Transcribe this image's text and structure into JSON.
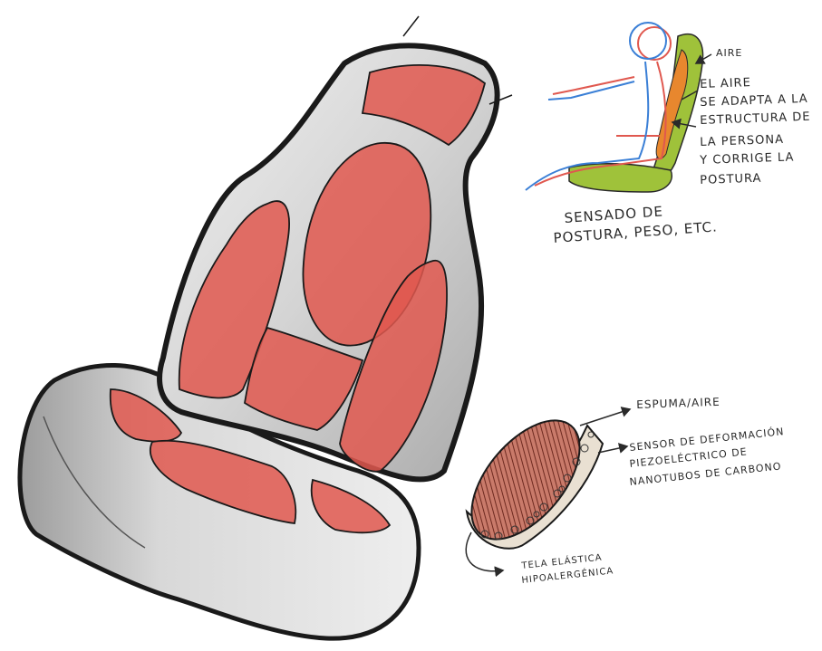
{
  "annotations": {
    "aire": "AIRE",
    "el_aire_lines": [
      "EL AIRE",
      "SE ADAPTA A LA",
      "ESTRUCTURA DE",
      "LA PERSONA",
      "Y CORRIGE LA",
      "POSTURA"
    ],
    "sensado_lines": [
      "SENSADO DE",
      "POSTURA, PESO, ETC."
    ],
    "espuma": "ESPUMA/AIRE",
    "sensor_lines": [
      "SENSOR DE DEFORMACIÓN",
      "PIEZOELÉCTRICO DE",
      "NANOTUBOS DE CARBONO"
    ],
    "tela_lines": [
      "TELA ELÁSTICA",
      "HIPOALERGÉNICA"
    ]
  },
  "colors": {
    "outline": "#1a1a1a",
    "cushion_red": "#e0584f",
    "seat_gray": "#b9b9b9",
    "green_seat": "#9fc23a",
    "orange_air": "#e8872e",
    "figure_red": "#e0584f",
    "figure_blue": "#3a7fd6",
    "sensor_brown": "#8a3a2a"
  }
}
